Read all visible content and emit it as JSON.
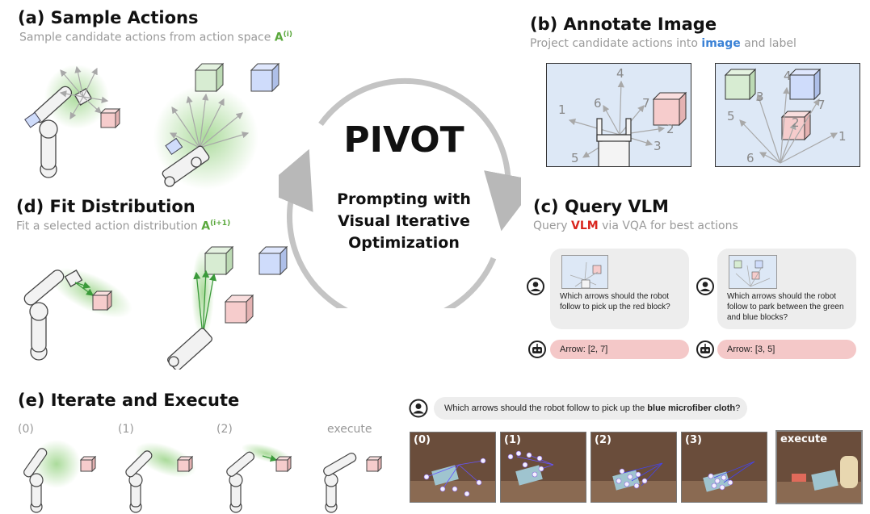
{
  "sections": {
    "a": {
      "title": "(a) Sample Actions",
      "subtitle": "Sample candidate actions from action space ",
      "symbol": "A",
      "superscript": "(i)"
    },
    "b": {
      "title": "(b) Annotate Image",
      "subtitle_pre": "Project candidate actions into ",
      "subtitle_bold": "image",
      "subtitle_post": " and label"
    },
    "c": {
      "title": "(c) Query VLM",
      "subtitle_pre": "Query ",
      "subtitle_bold": "VLM",
      "subtitle_post": " via VQA for best actions"
    },
    "d": {
      "title": "(d) Fit Distribution",
      "subtitle": "Fit a selected action distribution ",
      "symbol": "A",
      "superscript": "(i+1)"
    },
    "e": {
      "title": "(e) Iterate and Execute"
    }
  },
  "center": {
    "title": "PIVOT",
    "line1": "Prompting with",
    "line2": "Visual Iterative",
    "line3": "Optimization"
  },
  "annotate": {
    "left_labels": [
      "1",
      "2",
      "3",
      "4",
      "5",
      "6",
      "7"
    ],
    "right_labels": [
      "1",
      "2",
      "3",
      "4",
      "5",
      "6",
      "7"
    ]
  },
  "queries": [
    {
      "question": "Which arrows should the robot follow to pick up the red block?",
      "answer": "Arrow: [2, 7]"
    },
    {
      "question": "Which arrows should the robot follow to park between the green and blue blocks?",
      "answer": "Arrow: [3, 5]"
    }
  ],
  "iterate": {
    "steps": [
      "(0)",
      "(1)",
      "(2)",
      "execute"
    ],
    "query_pre": "Which arrows should the robot follow to pick up the ",
    "query_bold": "blue microfiber cloth",
    "query_post": "?",
    "photos": [
      "(0)",
      "(1)",
      "(2)",
      "(3)",
      "execute"
    ]
  },
  "colors": {
    "green": "#5aa83c",
    "blue": "#3b82d6",
    "red": "#d9251d",
    "cube_green": "#d7ecd2",
    "cube_blue": "#cfdcfb",
    "cube_red": "#f6cccc"
  }
}
